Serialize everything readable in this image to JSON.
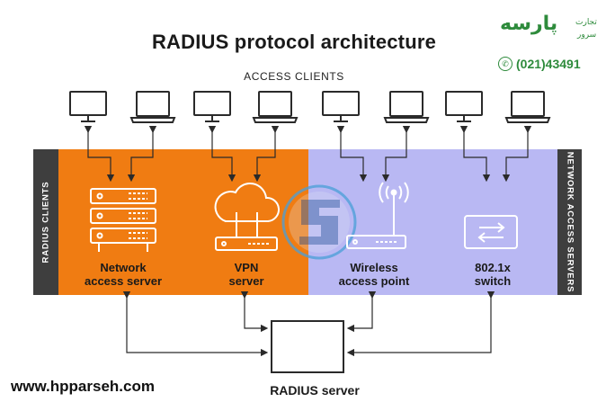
{
  "diagram": {
    "title": "RADIUS protocol architecture",
    "access_clients_label": "ACCESS CLIENTS",
    "radius_clients_label": "RADIUS CLIENTS",
    "network_access_servers_label": "NETWORK ACCESS SERVERS",
    "nodes": {
      "nas_line1": "Network",
      "nas_line2": "access server",
      "vpn_line1": "VPN",
      "vpn_line2": "server",
      "wap_line1": "Wireless",
      "wap_line2": "access point",
      "switch_line1": "802.1x",
      "switch_line2": "switch"
    },
    "radius_server_label": "RADIUS server",
    "client_devices": [
      "desktop",
      "laptop",
      "desktop",
      "laptop",
      "desktop",
      "laptop",
      "desktop",
      "laptop"
    ]
  },
  "branding": {
    "website": "www.hpparseh.com",
    "logo_text": "پارسه",
    "logo_sub1": "تجارت",
    "logo_sub2": "سرور",
    "phone": "(021)43491"
  },
  "colors": {
    "orange_zone": "#f07c12",
    "lavender_zone": "#b9b8f3",
    "dark_band": "#3e3e3e",
    "brand_green": "#2e8b3c",
    "watermark_blue": "#4a9fd8"
  }
}
